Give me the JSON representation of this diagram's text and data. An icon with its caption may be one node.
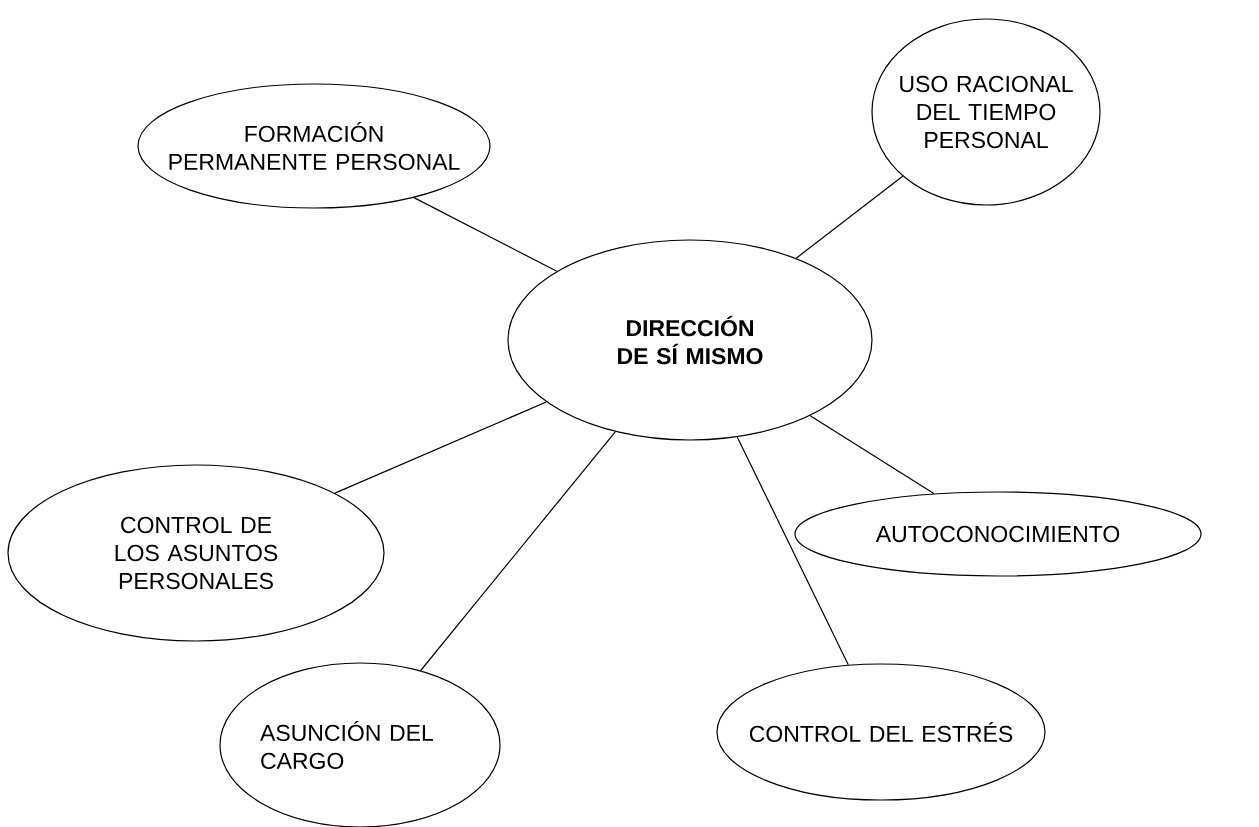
{
  "diagram": {
    "nodes": [
      {
        "text": [
          "DIRECCIÓN DE SÍ MISMO"
        ]
      },
      {
        "text": [
          "FORMACIÓN PERMANENTE PERSONAL"
        ]
      },
      {
        "text": [
          "USO RACIONAL DEL TIEMPO PERSONAL"
        ]
      },
      {
        "text": [
          "CONTROL DE LOS ASUNTOS PERSONALES"
        ]
      },
      {
        "text": [
          "AUTOCONOCIMIENTO"
        ]
      },
      {
        "text": [
          "ASUNCIÓN DEL CARGO"
        ]
      },
      {
        "text": [
          "CONTROL DEL ESTRÉS"
        ]
      }
    ],
    "edges": [
      {
        "from": 0,
        "to": 1,
        "arrow": "none"
      },
      {
        "from": 0,
        "to": 2,
        "arrow": "none"
      },
      {
        "from": 0,
        "to": 3,
        "arrow": "none"
      },
      {
        "from": 0,
        "to": 4,
        "arrow": "none"
      },
      {
        "from": 0,
        "to": 5,
        "arrow": "none"
      },
      {
        "from": 0,
        "to": 6,
        "arrow": "none"
      }
    ]
  }
}
